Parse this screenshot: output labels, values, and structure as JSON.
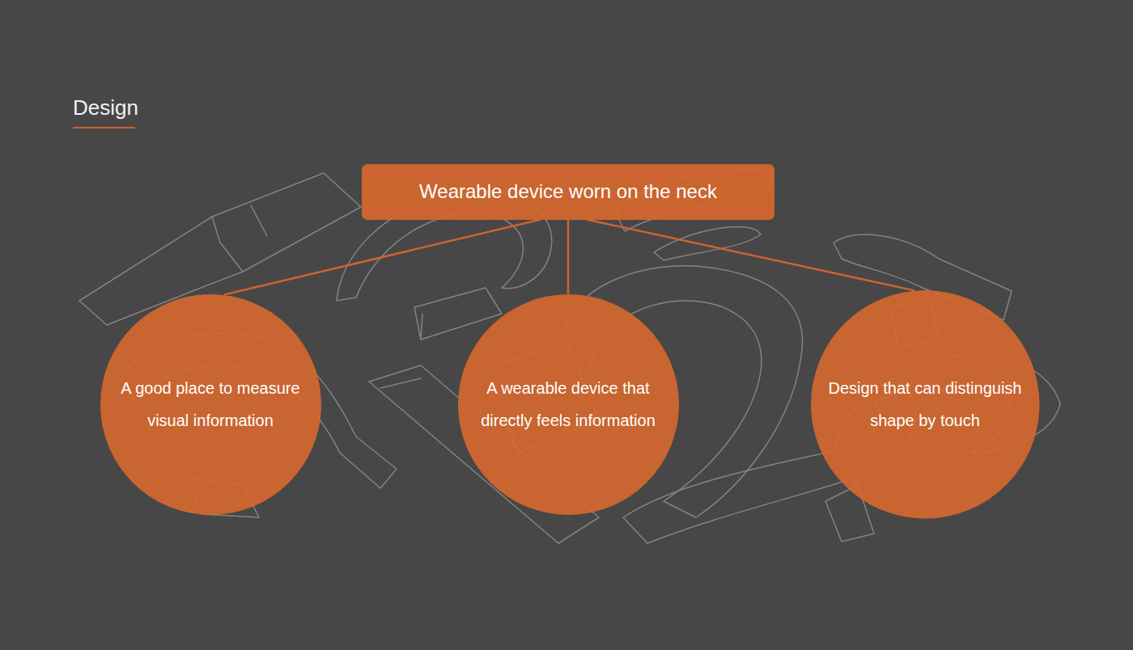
{
  "diagram": {
    "title": "Design",
    "nodes": [
      {
        "text": [
          "Wearable device worn on the neck"
        ]
      },
      {
        "text": [
          "A good place to measure visual information"
        ]
      },
      {
        "text": [
          "A wearable device that directly feels information"
        ]
      },
      {
        "text": [
          "Design that can distinguish shape by touch"
        ]
      }
    ],
    "edges": [
      {
        "from": 0,
        "to": 1,
        "arrow": "none"
      },
      {
        "from": 0,
        "to": 2,
        "arrow": "none"
      },
      {
        "from": 0,
        "to": 3,
        "arrow": "none"
      }
    ]
  }
}
